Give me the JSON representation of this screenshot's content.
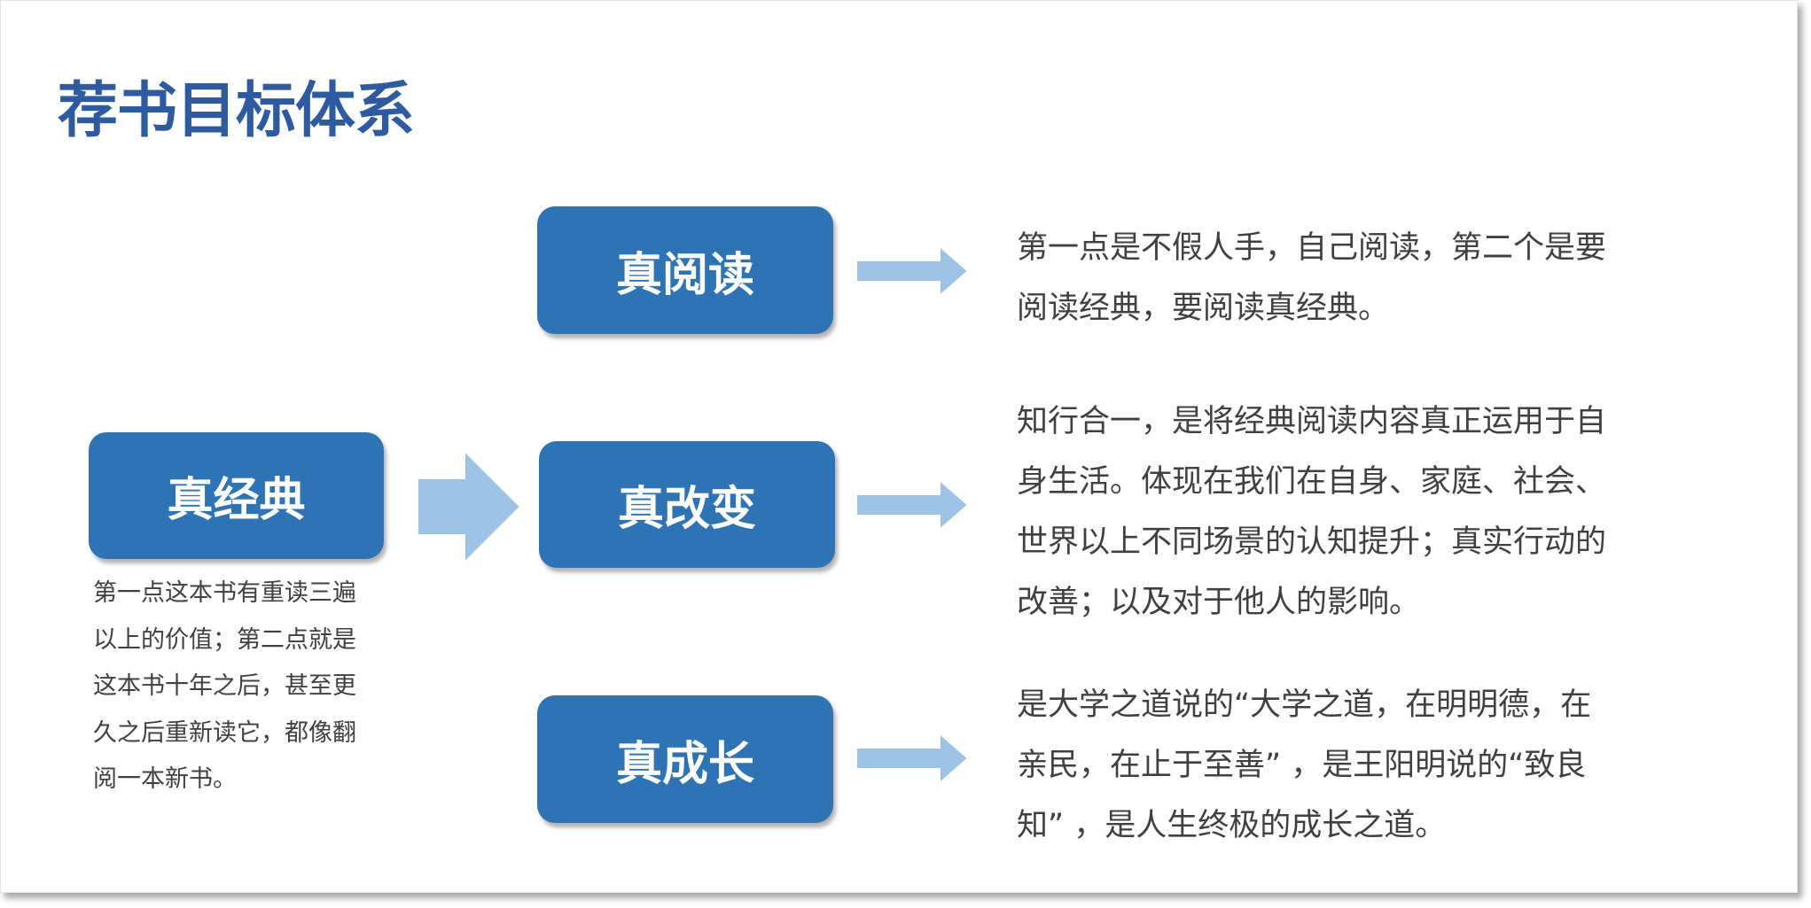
{
  "title": "荐书目标体系",
  "colors": {
    "title": "#2e5aa0",
    "box": "#2e74b5",
    "arrow": "#9dc3e6",
    "text": "#404040"
  },
  "source_node": {
    "label": "真经典",
    "note_lines": [
      "第一点这本书有重读三遍",
      "以上的价值；第二点就是",
      "这本书十年之后，甚至更",
      "久之后重新读它，都像翻",
      "阅一本新书。"
    ]
  },
  "nodes": [
    {
      "label": "真阅读",
      "lines": [
        "第一点是不假人手，自己阅读，第二个是要",
        "阅读经典，要阅读真经典。"
      ]
    },
    {
      "label": "真改变",
      "lines": [
        "知行合一，是将经典阅读内容真正运用于自",
        "身生活。体现在我们在自身、家庭、社会、",
        "世界以上不同场景的认知提升；真实行动的",
        "改善；以及对于他人的影响。"
      ]
    },
    {
      "label": "真成长",
      "lines": [
        "是大学之道说的“大学之道，在明明德，在",
        "亲民，在止于至善” ，是王阳明说的“致良",
        "知” ，是人生终极的成长之道。"
      ]
    }
  ]
}
